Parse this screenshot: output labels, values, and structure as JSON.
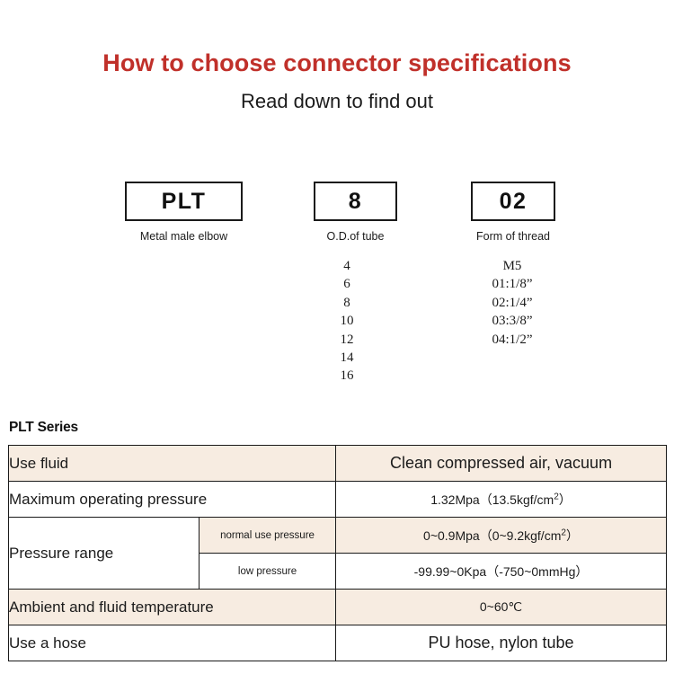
{
  "header": {
    "title": "How to choose connector specifications",
    "subtitle": "Read down to find out",
    "title_color": "#c0302a"
  },
  "code_breakdown": {
    "segments": [
      {
        "code": "PLT",
        "caption": "Metal male elbow",
        "options": []
      },
      {
        "code": "8",
        "caption": "O.D.of tube",
        "options": [
          "4",
          "6",
          "8",
          "10",
          "12",
          "14",
          "16"
        ]
      },
      {
        "code": "02",
        "caption": "Form of thread",
        "options": [
          "M5",
          "01:1/8”",
          "02:1/4”",
          "03:3/8”",
          "04:1/2”"
        ]
      }
    ]
  },
  "spec_table": {
    "label": "PLT Series",
    "tint_color": "#f7ece1",
    "rows": [
      {
        "label": "Use fluid",
        "value": "Clean compressed air, vacuum",
        "tinted": true
      },
      {
        "label": "Maximum operating pressure",
        "value": "1.32Mpa（13.5kgf/cm²）",
        "tinted": false
      },
      {
        "label": "Pressure range",
        "sub_rows": [
          {
            "sublabel": "normal use pressure",
            "value": "0~0.9Mpa（0~9.2kgf/cm²）",
            "tinted": true
          },
          {
            "sublabel": "low pressure",
            "value": "-99.99~0Kpa（-750~0mmHg）",
            "tinted": false
          }
        ]
      },
      {
        "label": "Ambient and fluid temperature",
        "value": "0~60℃",
        "tinted": true
      },
      {
        "label": "Use a hose",
        "value": "PU hose, nylon tube",
        "tinted": false
      }
    ]
  }
}
